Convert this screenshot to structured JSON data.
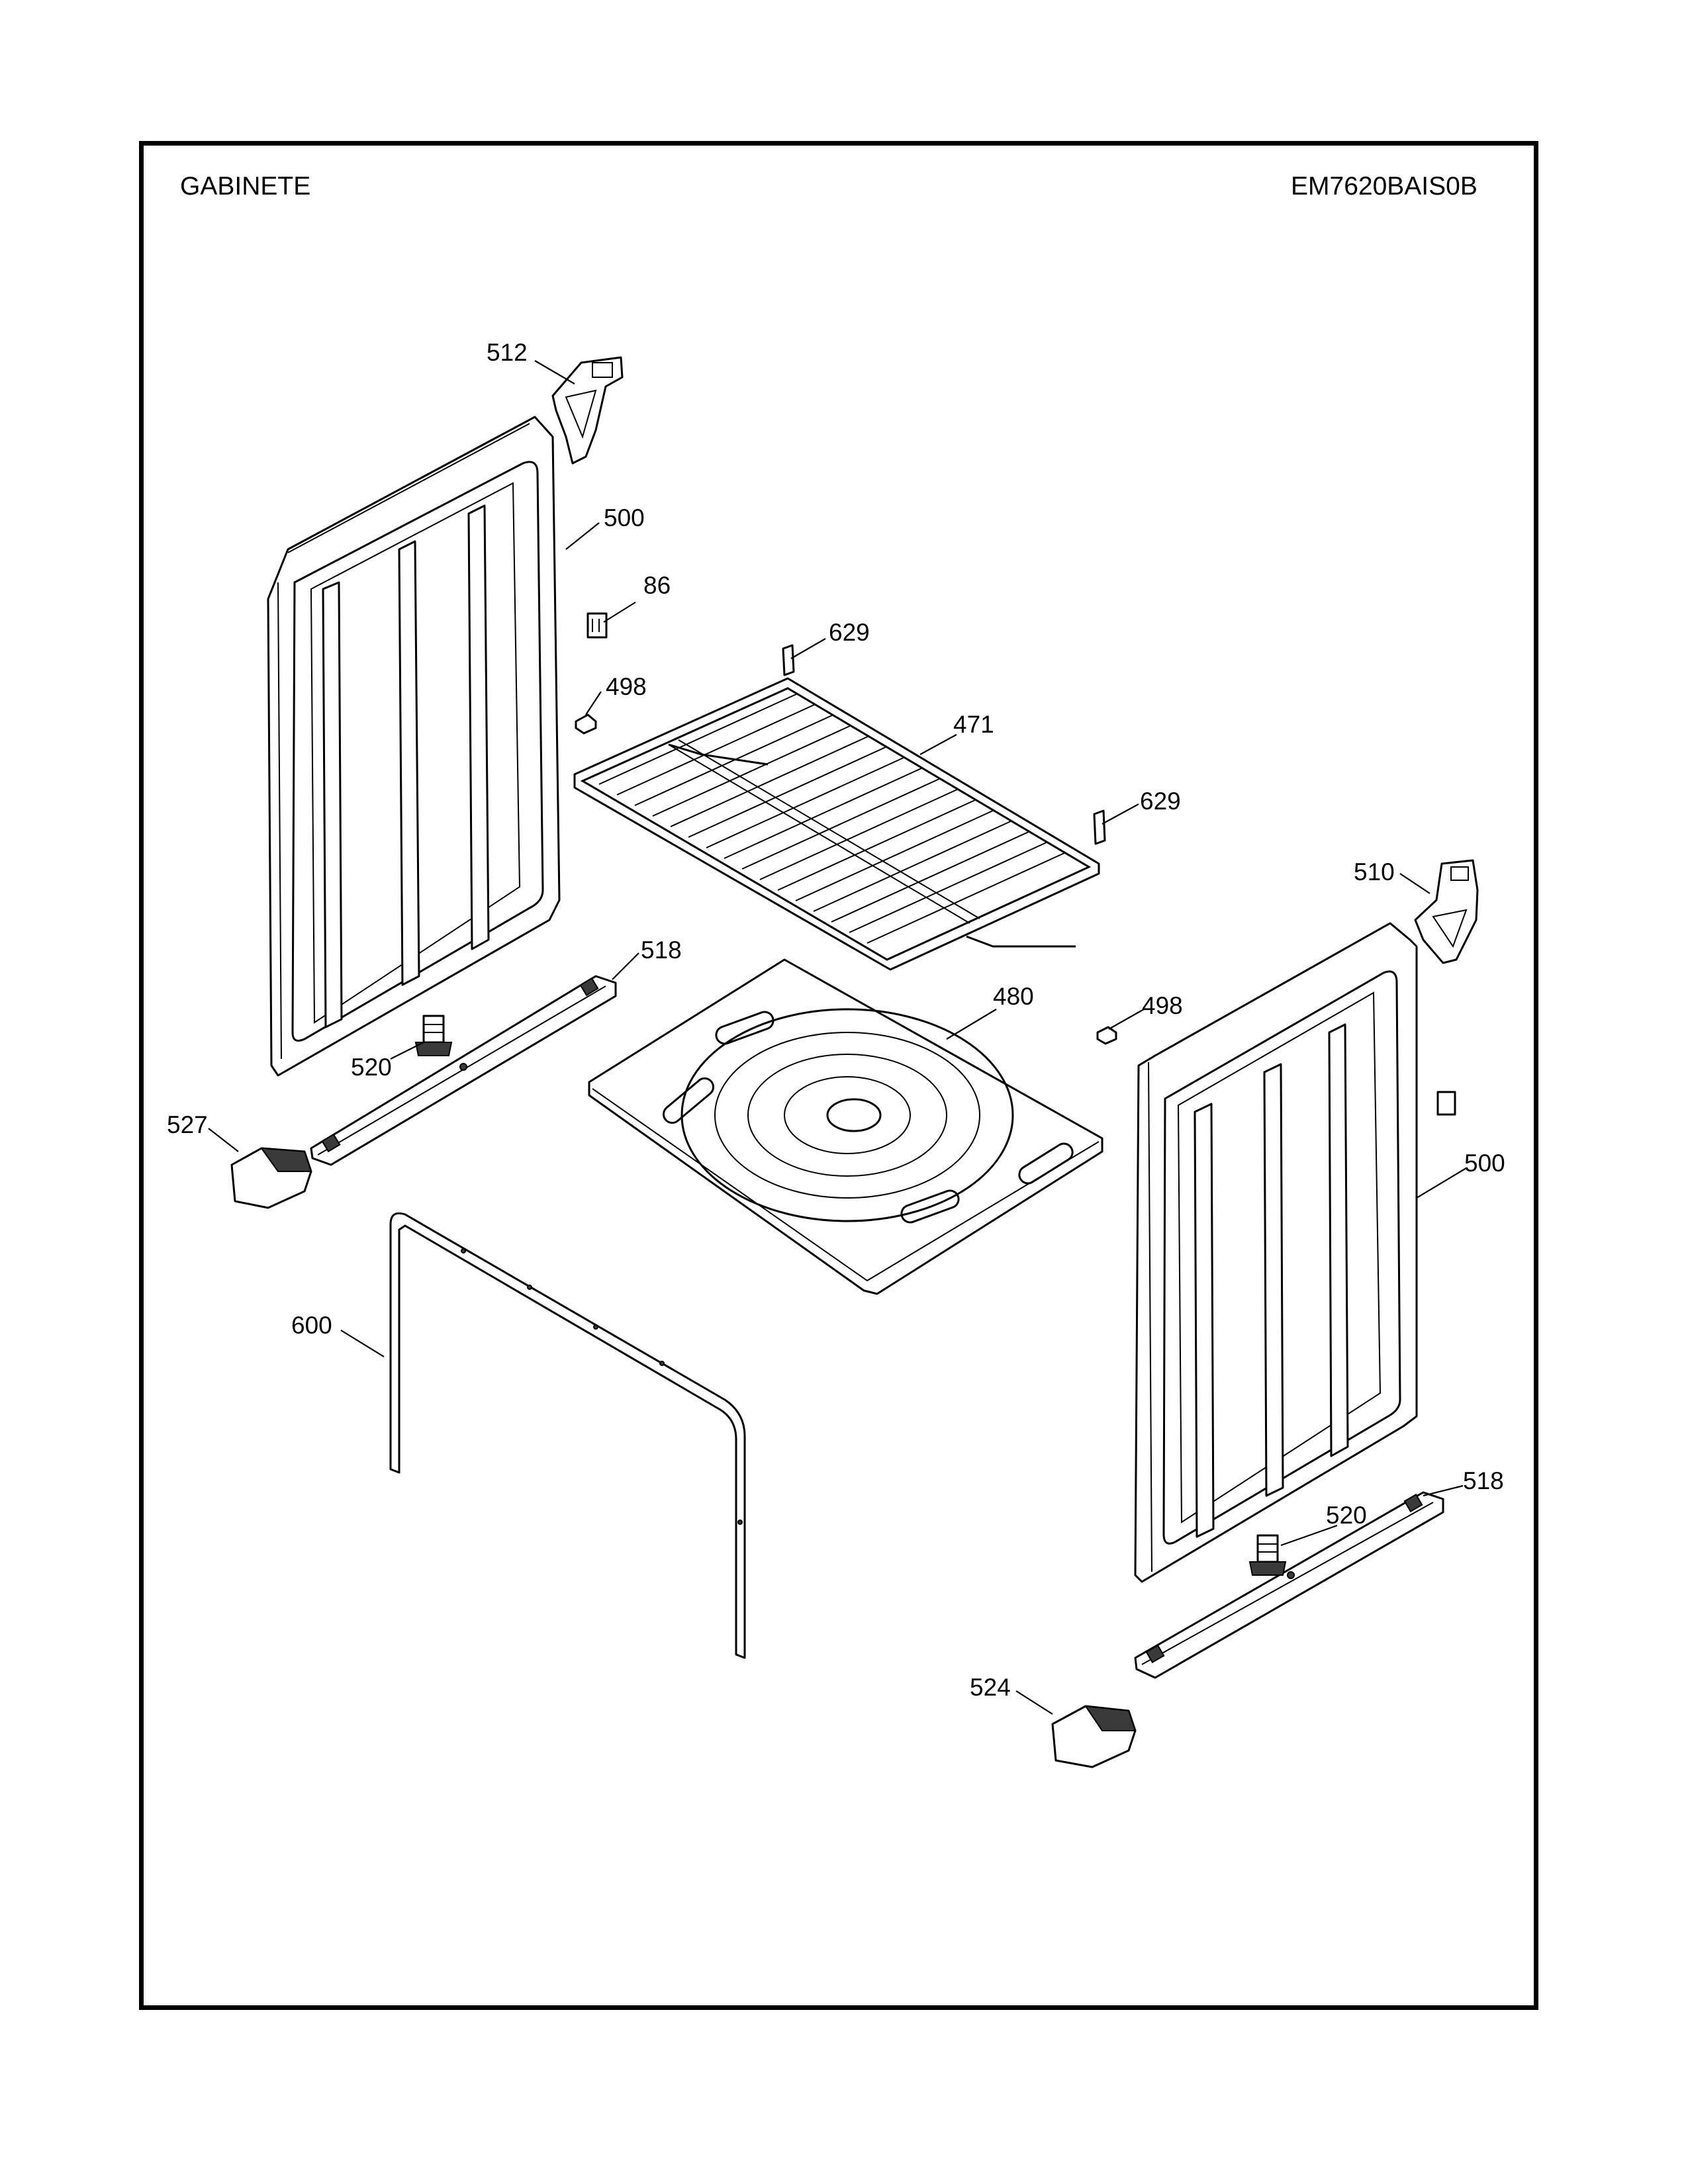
{
  "header": {
    "section_title": "GABINETE",
    "model_number": "EM7620BAIS0B"
  },
  "callouts": {
    "c512": "512",
    "c500a": "500",
    "c86": "86",
    "c629a": "629",
    "c498a": "498",
    "c471": "471",
    "c629b": "629",
    "c510": "510",
    "c518a": "518",
    "c480": "480",
    "c498b": "498",
    "c520a": "520",
    "c527": "527",
    "c500b": "500",
    "c600": "600",
    "c518b": "518",
    "c520b": "520",
    "c524": "524"
  }
}
